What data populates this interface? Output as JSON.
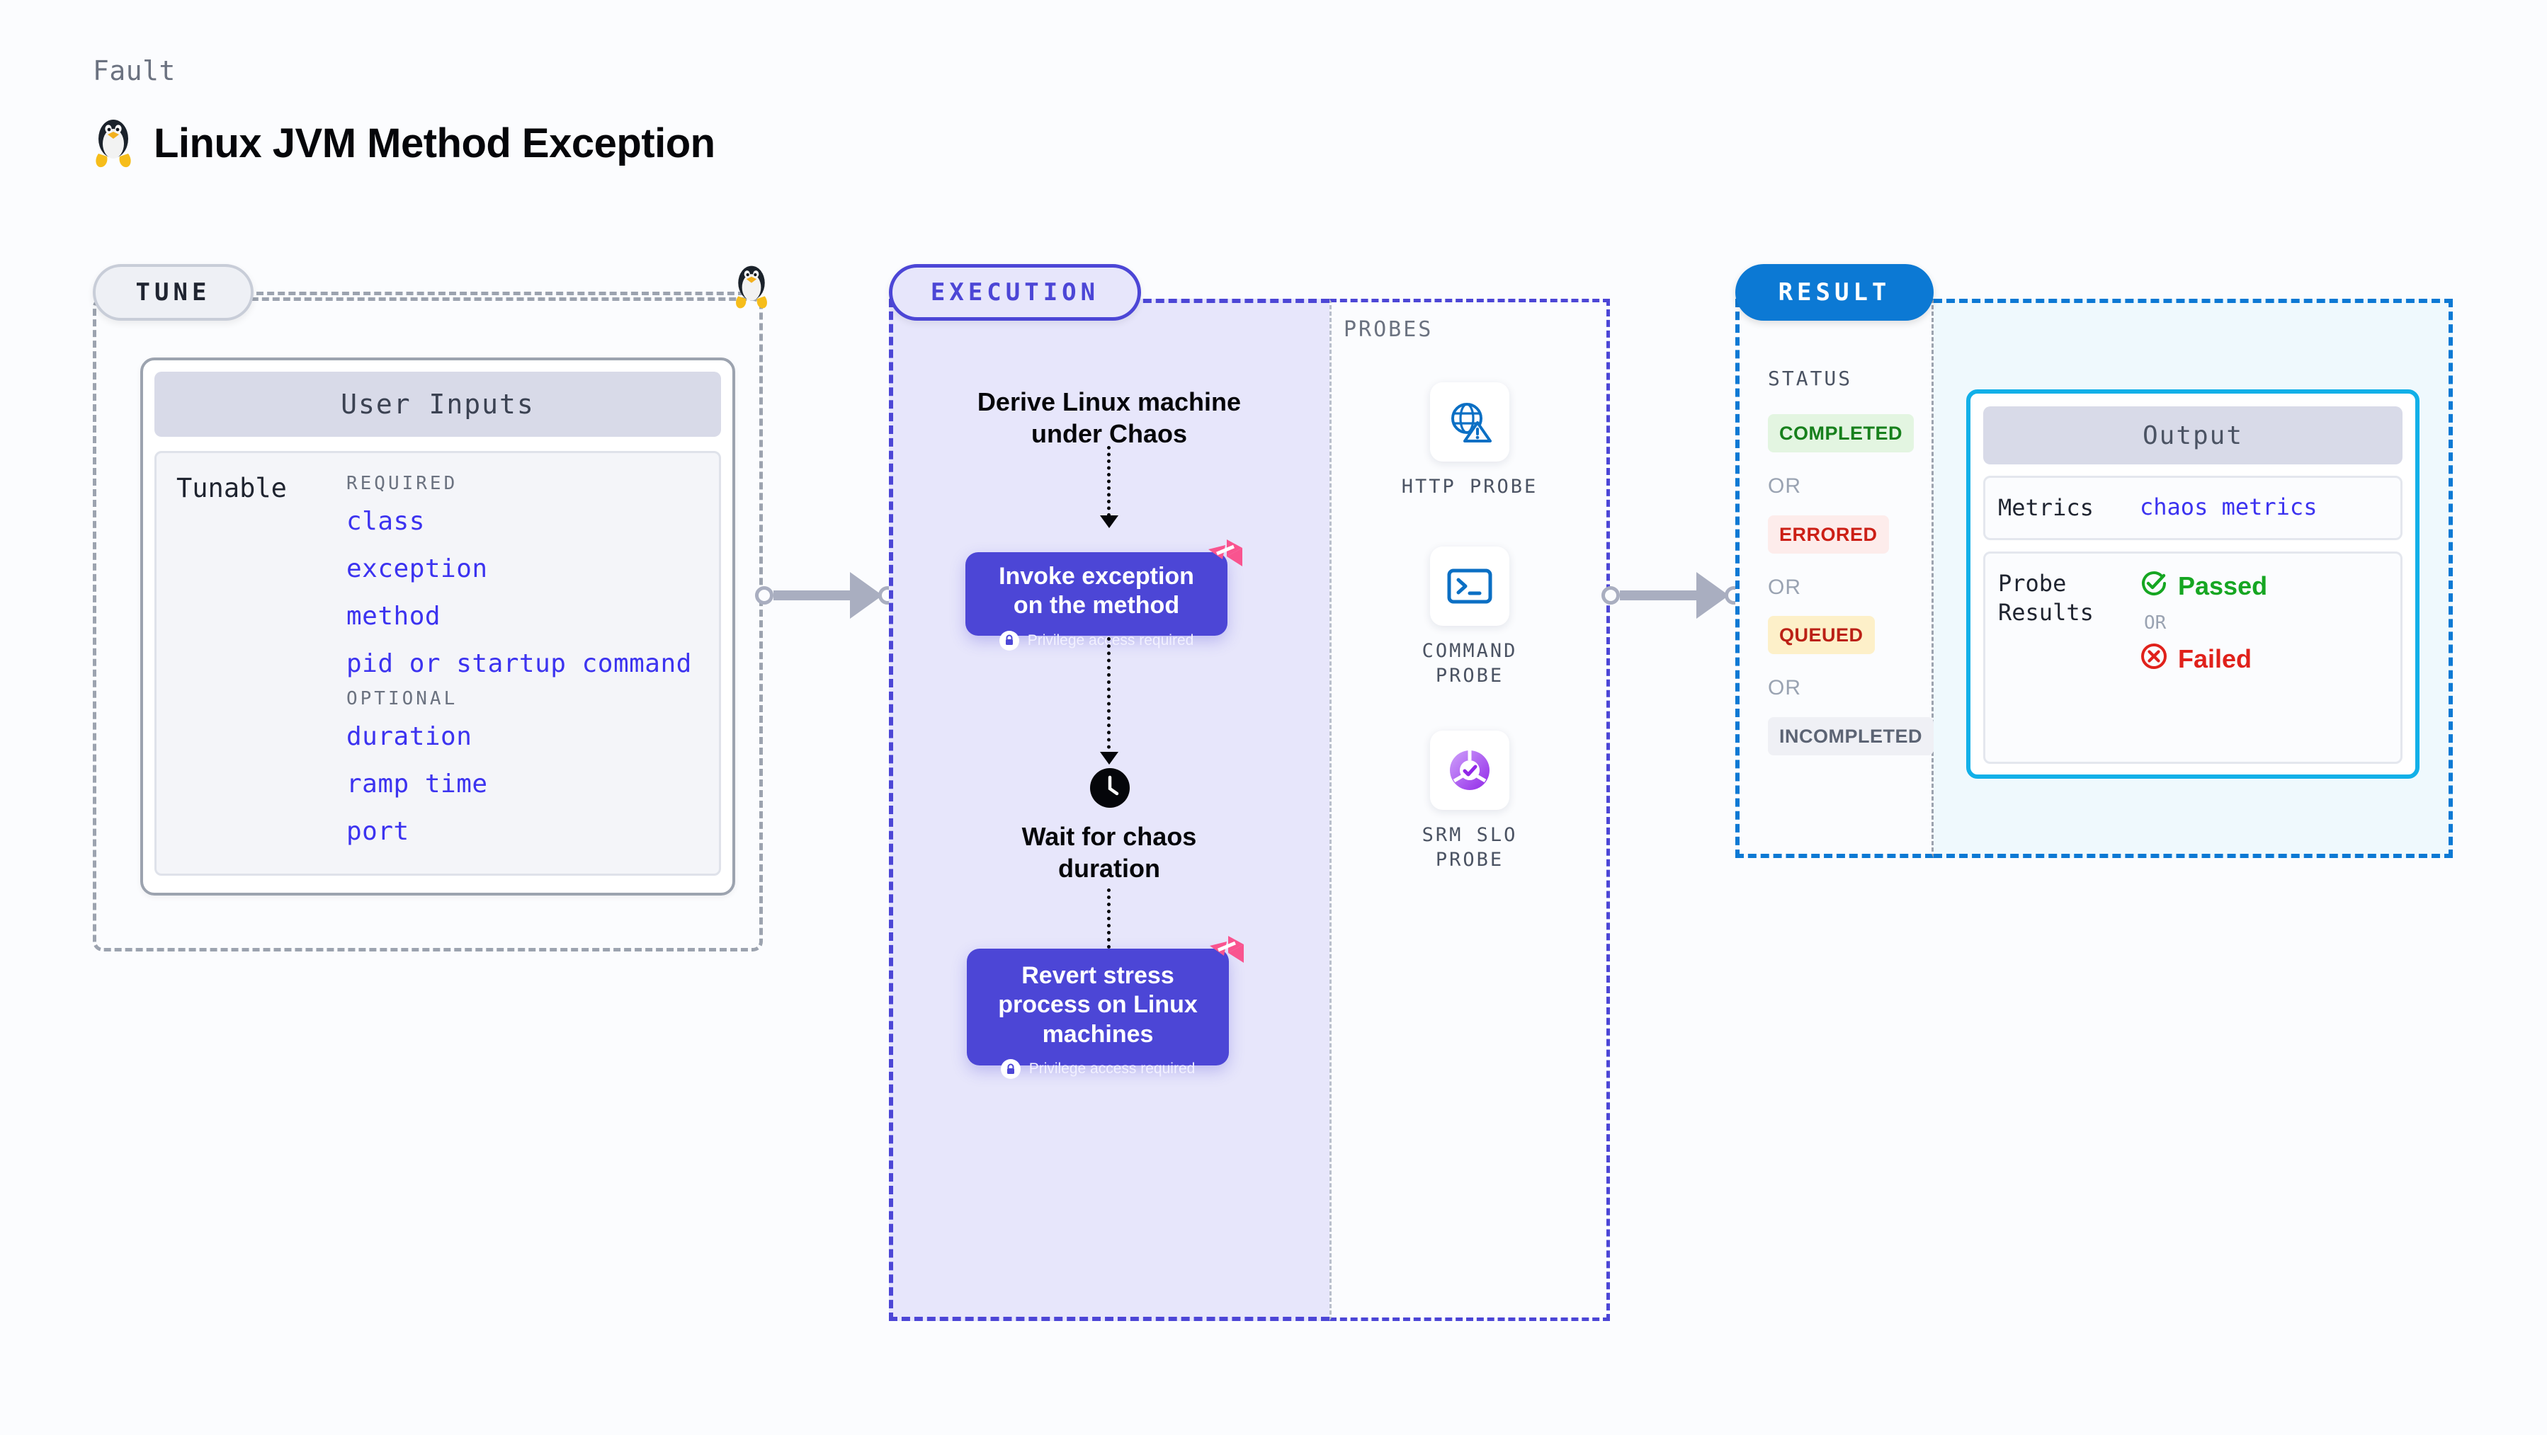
{
  "header": {
    "eyebrow": "Fault",
    "title": "Linux JVM Method Exception",
    "icon": "linux-penguin-icon"
  },
  "tune": {
    "pill_label": "TUNE",
    "card_title": "User Inputs",
    "tunable_label": "Tunable",
    "groups": [
      {
        "label": "REQUIRED",
        "items": [
          "class",
          "exception",
          "method",
          "pid or startup command"
        ]
      },
      {
        "label": "OPTIONAL",
        "items": [
          "duration",
          "ramp time",
          "port"
        ]
      }
    ]
  },
  "execution": {
    "pill_label": "EXECUTION",
    "derive_text": "Derive Linux machine\nunder Chaos",
    "node_invoke": {
      "title": "Invoke exception\non the method",
      "privilege_note": "Privilege access required",
      "icon": "lock-icon",
      "corner_icon": "harness-logo-icon"
    },
    "wait_text": "Wait for chaos\nduration",
    "wait_icon": "clock-icon",
    "node_revert": {
      "title": "Revert stress\nprocess on Linux\nmachines",
      "privilege_note": "Privilege access required",
      "icon": "lock-icon",
      "corner_icon": "harness-logo-icon"
    }
  },
  "probes": {
    "section_label": "PROBES",
    "items": [
      {
        "caption": "HTTP PROBE",
        "icon": "globe-warning-icon"
      },
      {
        "caption": "COMMAND\nPROBE",
        "icon": "terminal-icon"
      },
      {
        "caption": "SRM SLO\nPROBE",
        "icon": "srm-slo-donut-icon"
      }
    ]
  },
  "result": {
    "pill_label": "RESULT",
    "status_label": "STATUS",
    "or_label": "OR",
    "statuses": [
      {
        "label": "COMPLETED",
        "bg": "#e3f5e1",
        "fg": "#17801c"
      },
      {
        "label": "ERRORED",
        "bg": "#fdeceb",
        "fg": "#cc1f16"
      },
      {
        "label": "QUEUED",
        "bg": "#fdf0c9",
        "fg": "#bb2116"
      },
      {
        "label": "INCOMPLETED",
        "bg": "#eff0f5",
        "fg": "#5c6474"
      }
    ],
    "output": {
      "title": "Output",
      "metrics_label": "Metrics",
      "metrics_value": "chaos metrics",
      "probe_results_label": "Probe\nResults",
      "passed_label": "Passed",
      "passed_icon": "check-circle-icon",
      "failed_label": "Failed",
      "failed_icon": "x-circle-icon",
      "or_label": "OR"
    }
  },
  "colors": {
    "accent_purple": "#4c46d6",
    "accent_blue": "#0c79d4",
    "accent_cyan": "#12b0e8",
    "harness_pink": "#f9548f",
    "tunable_link": "#3c33f0",
    "pass_green": "#16a622",
    "fail_red": "#e0211b"
  }
}
